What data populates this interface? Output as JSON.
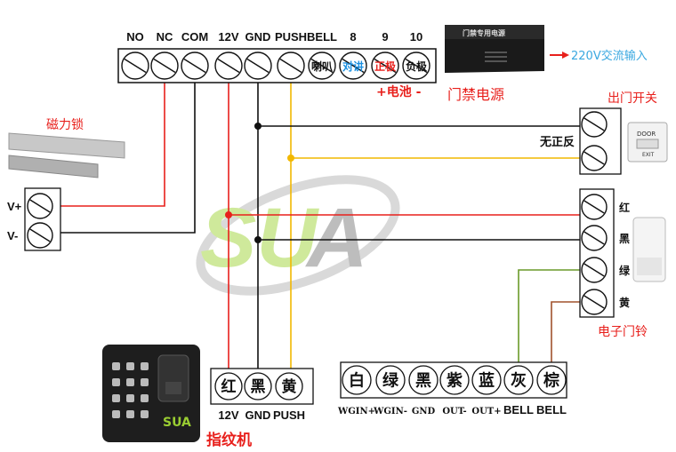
{
  "controller": {
    "terminals": [
      "NO",
      "NC",
      "COM",
      "12V",
      "GND",
      "PUSH",
      "BELL",
      "8",
      "9",
      "10"
    ],
    "inner_labels": [
      "喇叭",
      "对讲",
      "正极",
      "负极"
    ],
    "battery_label": "+电池 -"
  },
  "power_supply": {
    "label": "门禁电源",
    "box_text": "门禁专用电源",
    "input_label": "220V交流输入"
  },
  "exit_button": {
    "label": "出门开关",
    "note": "无正反",
    "button_text": "DOOR",
    "button_sub": "EXIT"
  },
  "lock": {
    "label": "磁力锁",
    "terminals": [
      "V+",
      "V-"
    ]
  },
  "doorbell": {
    "label": "电子门铃",
    "terminals": [
      "红",
      "黑",
      "绿",
      "黄"
    ]
  },
  "fingerprint": {
    "label": "指纹机",
    "terminals": [
      "红",
      "黑",
      "黄"
    ],
    "pins": [
      "12V",
      "GND",
      "PUSH"
    ]
  },
  "reader_block": {
    "terminals": [
      "白",
      "绿",
      "黑",
      "紫",
      "蓝",
      "灰",
      "棕"
    ],
    "pins": [
      "WGIN+",
      "WGIN-",
      "GND",
      "OUT-",
      "OUT+",
      "BELL",
      "BELL"
    ]
  },
  "watermark": "SUA",
  "colors": {
    "red": "#e8201c",
    "black": "#111111",
    "yellow": "#f2b800",
    "green": "#6a9a2a",
    "brown": "#a0522d",
    "accent_blue": "#1a8fe0",
    "watermark": "#9acd32"
  }
}
